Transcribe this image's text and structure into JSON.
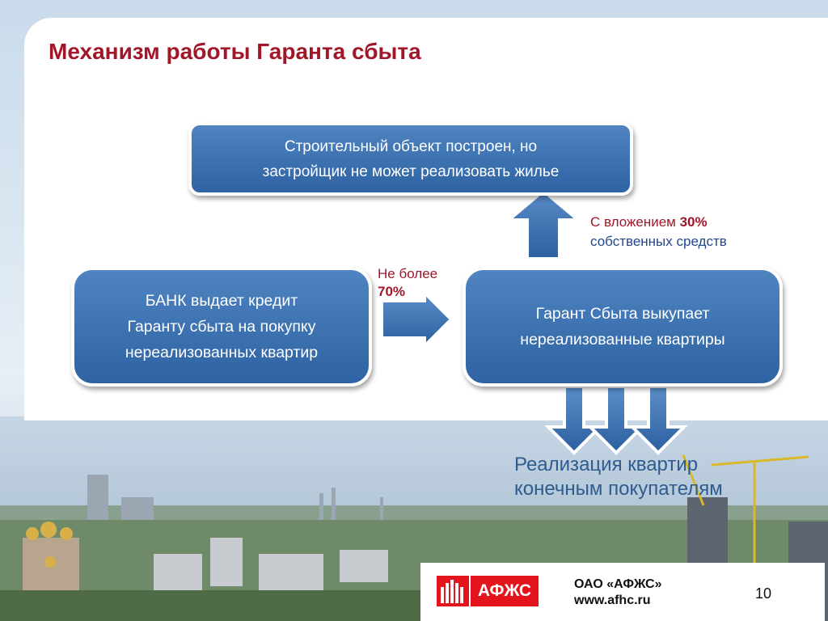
{
  "slide": {
    "title": "Механизм работы Гаранта сбыта",
    "box_top": "Строительный объект построен, но\nзастройщик не может реализовать жилье",
    "box_left": "БАНК выдает кредит\nГаранту сбыта на покупку\nнереализованных квартир",
    "box_right": "Гарант Сбыта выкупает\nнереализованные квартиры",
    "invest_label": {
      "prefix": "С вложением ",
      "percent": "30%",
      "line2": "собственных средств"
    },
    "credit_label": {
      "line1": "Не более",
      "percent": "70%"
    },
    "sale_label": "Реализация  квартир\nконечным покупателям"
  },
  "footer": {
    "logo_text": "АФЖС",
    "company_name": "ОАО «АФЖС»",
    "website": "www.afhc.ru",
    "page_number": "10"
  },
  "colors": {
    "title": "#a0172a",
    "box_fill": "#3a6fb0",
    "accent_red": "#e3141c",
    "label_blue": "#2f5b8f"
  }
}
